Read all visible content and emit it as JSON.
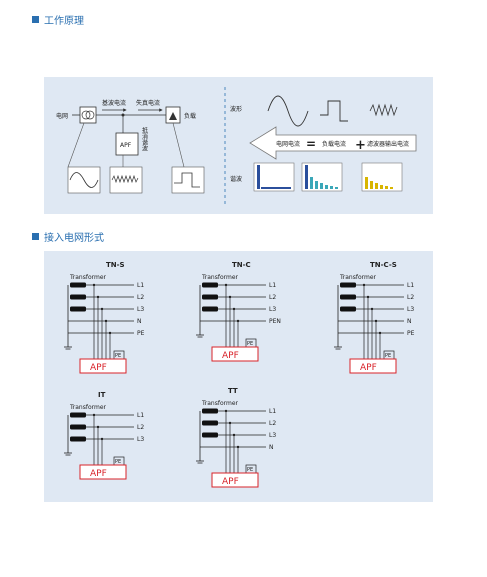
{
  "sections": {
    "principle_title": "工作原理",
    "connection_title": "接入电网形式"
  },
  "principle": {
    "grid_label": "电网",
    "fundamental_current": "基波电流",
    "distorted_current": "失真电流",
    "load_label": "负载",
    "apf_label": "APF",
    "compensation_label": "抵消谐波",
    "waveform_label": "波形",
    "harmonic_label": "谐波",
    "equation": {
      "grid_current": "电网电流",
      "equals": "=",
      "load_current": "负载电流",
      "plus": "+",
      "filter_current": "滤波器输出电流"
    }
  },
  "networks": [
    {
      "name": "TN-S",
      "transformer": "Transformer",
      "lines": [
        "L1",
        "L2",
        "L3",
        "N",
        "PE"
      ],
      "pe": "PE",
      "apf": "APF"
    },
    {
      "name": "TN-C",
      "transformer": "Transformer",
      "lines": [
        "L1",
        "L2",
        "L3",
        "PEN"
      ],
      "pe": "PE",
      "apf": "APF"
    },
    {
      "name": "TN-C-S",
      "transformer": "Transformer",
      "lines": [
        "L1",
        "L2",
        "L3",
        "N",
        "PE"
      ],
      "pe": "PE",
      "apf": "APF"
    },
    {
      "name": "IT",
      "transformer": "Transformer",
      "lines": [
        "L1",
        "L2",
        "L3"
      ],
      "pe": "PE",
      "apf": "APF"
    },
    {
      "name": "TT",
      "transformer": "Transformer",
      "lines": [
        "L1",
        "L2",
        "L3",
        "N"
      ],
      "pe": "PE",
      "apf": "APF"
    }
  ],
  "colors": {
    "accent": "#2a6fb0",
    "panel": "#dfe8f3",
    "apf_red": "#d8232a",
    "line": "#222222"
  }
}
